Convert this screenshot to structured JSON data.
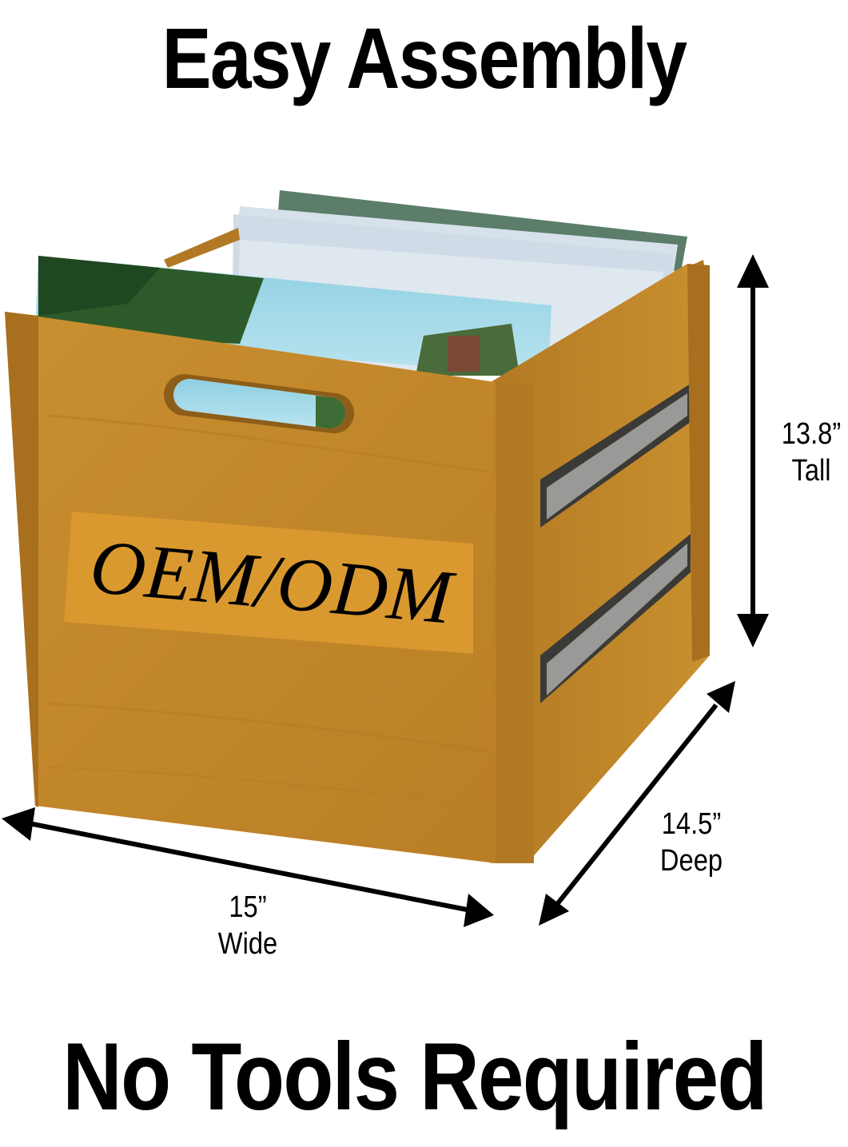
{
  "headline": {
    "title": "Easy Assembly",
    "subtitle": "No Tools Required"
  },
  "product": {
    "label": "OEM/ODM"
  },
  "dimensions": {
    "tall": {
      "value": "13.8”",
      "label": "Tall"
    },
    "deep": {
      "value": "14.5”",
      "label": "Deep"
    },
    "wide": {
      "value": "15”",
      "label": "Wide"
    }
  },
  "colors": {
    "wood": "#c58a2b",
    "wood_dark": "#a36e1c",
    "label_bg": "#d9992f",
    "text": "#000000",
    "background": "#ffffff"
  }
}
